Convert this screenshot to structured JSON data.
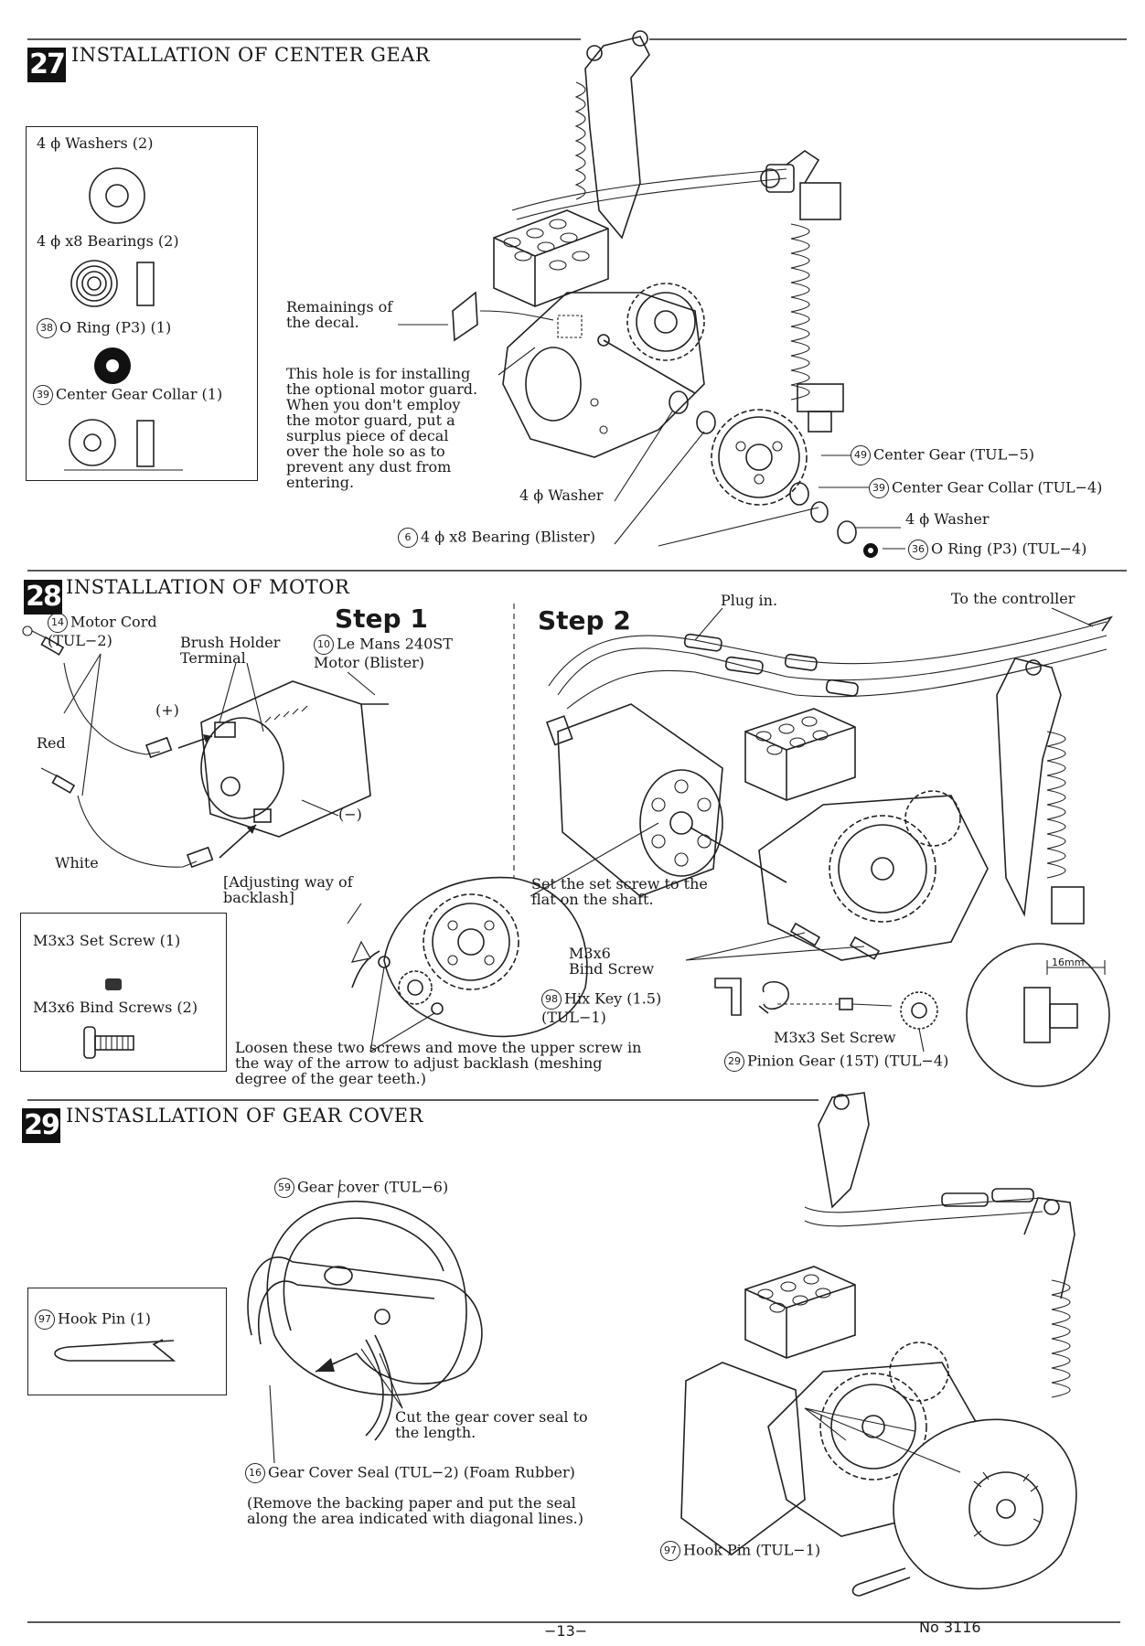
{
  "sec27": {
    "num": "27",
    "title": "INSTALLATION OF CENTER GEAR",
    "parts": {
      "washers": "4 ϕ Washers (2)",
      "bearings": "4 ϕ x8 Bearings (2)",
      "oring_num": "38",
      "oring": "O Ring (P3) (1)",
      "collar_num": "39",
      "collar": "Center Gear Collar (1)"
    },
    "decal_label": "Remainings of\nthe decal.",
    "hole_note": "This hole is for installing\nthe optional motor guard.\nWhen you don't employ\nthe motor guard, put a\nsurplus piece of decal\nover the hole so as to\nprevent any dust from\nentering.",
    "washer_label": "4 ϕ Washer",
    "bearing_num": "6",
    "bearing_label": "4 ϕ x8 Bearing (Blister)",
    "center_gear_num": "49",
    "center_gear_label": "Center Gear (TUL−5)",
    "collar_label_num": "39",
    "collar_label": "Center Gear Collar (TUL−4)",
    "washer2_label": "4 ϕ Washer",
    "oring_label_num": "36",
    "oring_label": "O Ring (P3) (TUL−4)"
  },
  "sec28": {
    "num": "28",
    "title": "INSTALLATION OF MOTOR",
    "step1": "Step 1",
    "step2": "Step 2",
    "motor_cord_num": "14",
    "motor_cord": "Motor Cord\n(TUL−2)",
    "brush_holder": "Brush Holder\nTerminal",
    "motor_num": "10",
    "motor_label": "Le Mans 240ST\nMotor (Blister)",
    "plus": "(+)",
    "minus": "(−)",
    "red": "Red",
    "white": "White",
    "adjusting": "[Adjusting way of\nbacklash]",
    "parts": {
      "set_screw": "M3x3 Set Screw (1)",
      "bind_screws": "M3x6 Bind Screws (2)"
    },
    "loosen_note": "Loosen these two screws and move the upper screw in\nthe way of the arrow to adjust backlash (meshing\ndegree of the gear teeth.)",
    "plug_in": "Plug in.",
    "to_controller": "To the controller",
    "set_screw_note": "Set the set screw to the\nflat on the shaft.",
    "bind_screw": "M3x6\nBind Screw",
    "hex_key_num": "98",
    "hex_key": "Hix Key (1.5)\n(TUL−1)",
    "m3x3": "M3x3 Set Screw",
    "pinion_num": "29",
    "pinion": "Pinion Gear (15T) (TUL−4)",
    "dim": "16mm"
  },
  "sec29": {
    "num": "29",
    "title": "INSTASLLATION OF GEAR COVER",
    "hook_pin_num": "97",
    "hook_pin": "Hook Pin (1)",
    "gear_cover_num": "59",
    "gear_cover": "Gear cover (TUL−6)",
    "cut_note": "Cut the gear cover seal to\nthe length.",
    "seal_num": "16",
    "seal": "Gear Cover Seal (TUL−2) (Foam Rubber)",
    "remove_note": "(Remove the backing paper and put the seal\nalong the area indicated with diagonal lines.)",
    "hook_pin2_num": "97",
    "hook_pin2": "Hook Pin (TUL−1)"
  },
  "footer": {
    "page": "−13−",
    "doc_no": "No 3116"
  }
}
